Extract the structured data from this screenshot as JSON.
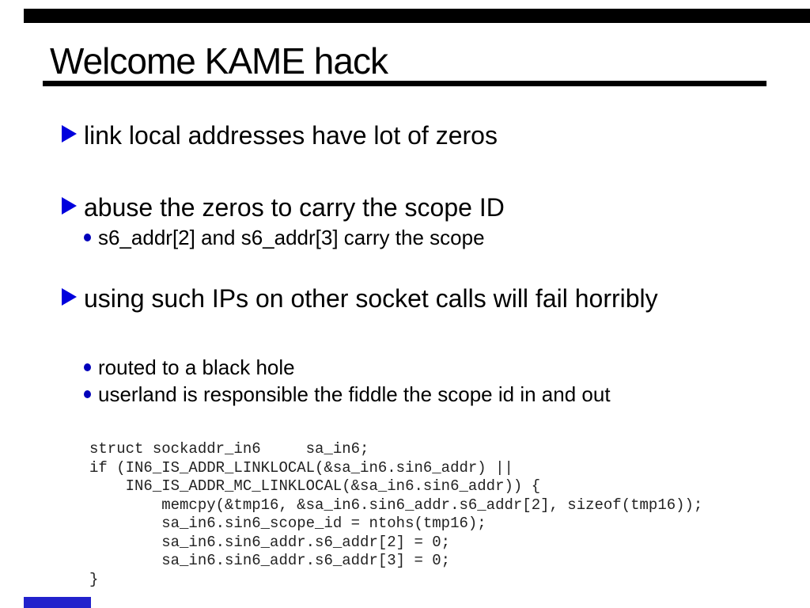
{
  "slide": {
    "title": "Welcome KAME hack",
    "bullets": {
      "b1": {
        "text": "link local addresses have lot of zeros"
      },
      "b2": {
        "text": "abuse the zeros to carry the scope ID"
      },
      "sb1": {
        "text": "s6_addr[2] and s6_addr[3] carry the scope"
      },
      "b3": {
        "text": "using such IPs on other socket calls will fail horribly"
      },
      "sb2": {
        "text": "routed to a black hole"
      },
      "sb3": {
        "text": "userland is responsible the fiddle the scope id in and out"
      }
    },
    "code": "struct sockaddr_in6     sa_in6;\nif (IN6_IS_ADDR_LINKLOCAL(&sa_in6.sin6_addr) ||\n    IN6_IS_ADDR_MC_LINKLOCAL(&sa_in6.sin6_addr)) {\n        memcpy(&tmp16, &sa_in6.sin6_addr.s6_addr[2], sizeof(tmp16));\n        sa_in6.sin6_scope_id = ntohs(tmp16);\n        sa_in6.sin6_addr.s6_addr[2] = 0;\n        sa_in6.sin6_addr.s6_addr[3] = 0;\n}",
    "colors": {
      "top_bar": "#000000",
      "title_rule": "#000000",
      "bullet_triangle": "#0000dd",
      "sub_bullet_dot": "#0000bb",
      "gauge": "#2222cc",
      "code_text": "#222222"
    }
  }
}
